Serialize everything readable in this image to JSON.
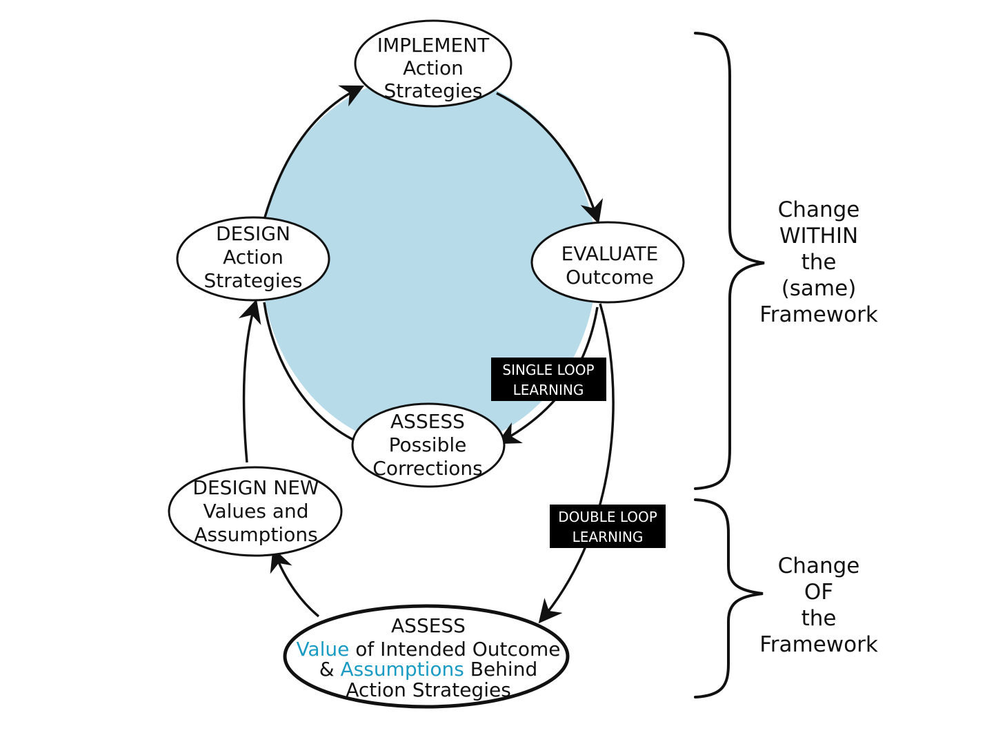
{
  "colors": {
    "loop_fill": "#b7dbe8",
    "stroke": "#111111",
    "accent": "#1a9bc3",
    "tag_bg": "#000000",
    "tag_text": "#ffffff"
  },
  "nodes": {
    "implement": {
      "lines": [
        "IMPLEMENT",
        "Action",
        "Strategies"
      ]
    },
    "evaluate": {
      "lines": [
        "EVALUATE",
        "Outcome"
      ]
    },
    "assess_corrections": {
      "lines": [
        "ASSESS",
        "Possible",
        "Corrections"
      ]
    },
    "design": {
      "lines": [
        "DESIGN",
        "Action",
        "Strategies"
      ]
    },
    "design_new": {
      "lines": [
        "DESIGN NEW",
        "Values and",
        "Assumptions"
      ]
    },
    "assess_values": {
      "title": "ASSESS",
      "line2_accent": "Value",
      "line2_rest": " of Intended Outcome",
      "line3_prefix": "& ",
      "line3_accent": "Assumptions",
      "line3_rest": " Behind",
      "line4": "Action Strategies"
    }
  },
  "tags": {
    "single_loop": [
      "SINGLE LOOP",
      "LEARNING"
    ],
    "double_loop": [
      "DOUBLE LOOP",
      "LEARNING"
    ]
  },
  "side_labels": {
    "within": [
      "Change",
      "WITHIN",
      "the",
      "(same)",
      "Framework"
    ],
    "of": [
      "Change",
      "OF",
      "the",
      "Framework"
    ]
  }
}
